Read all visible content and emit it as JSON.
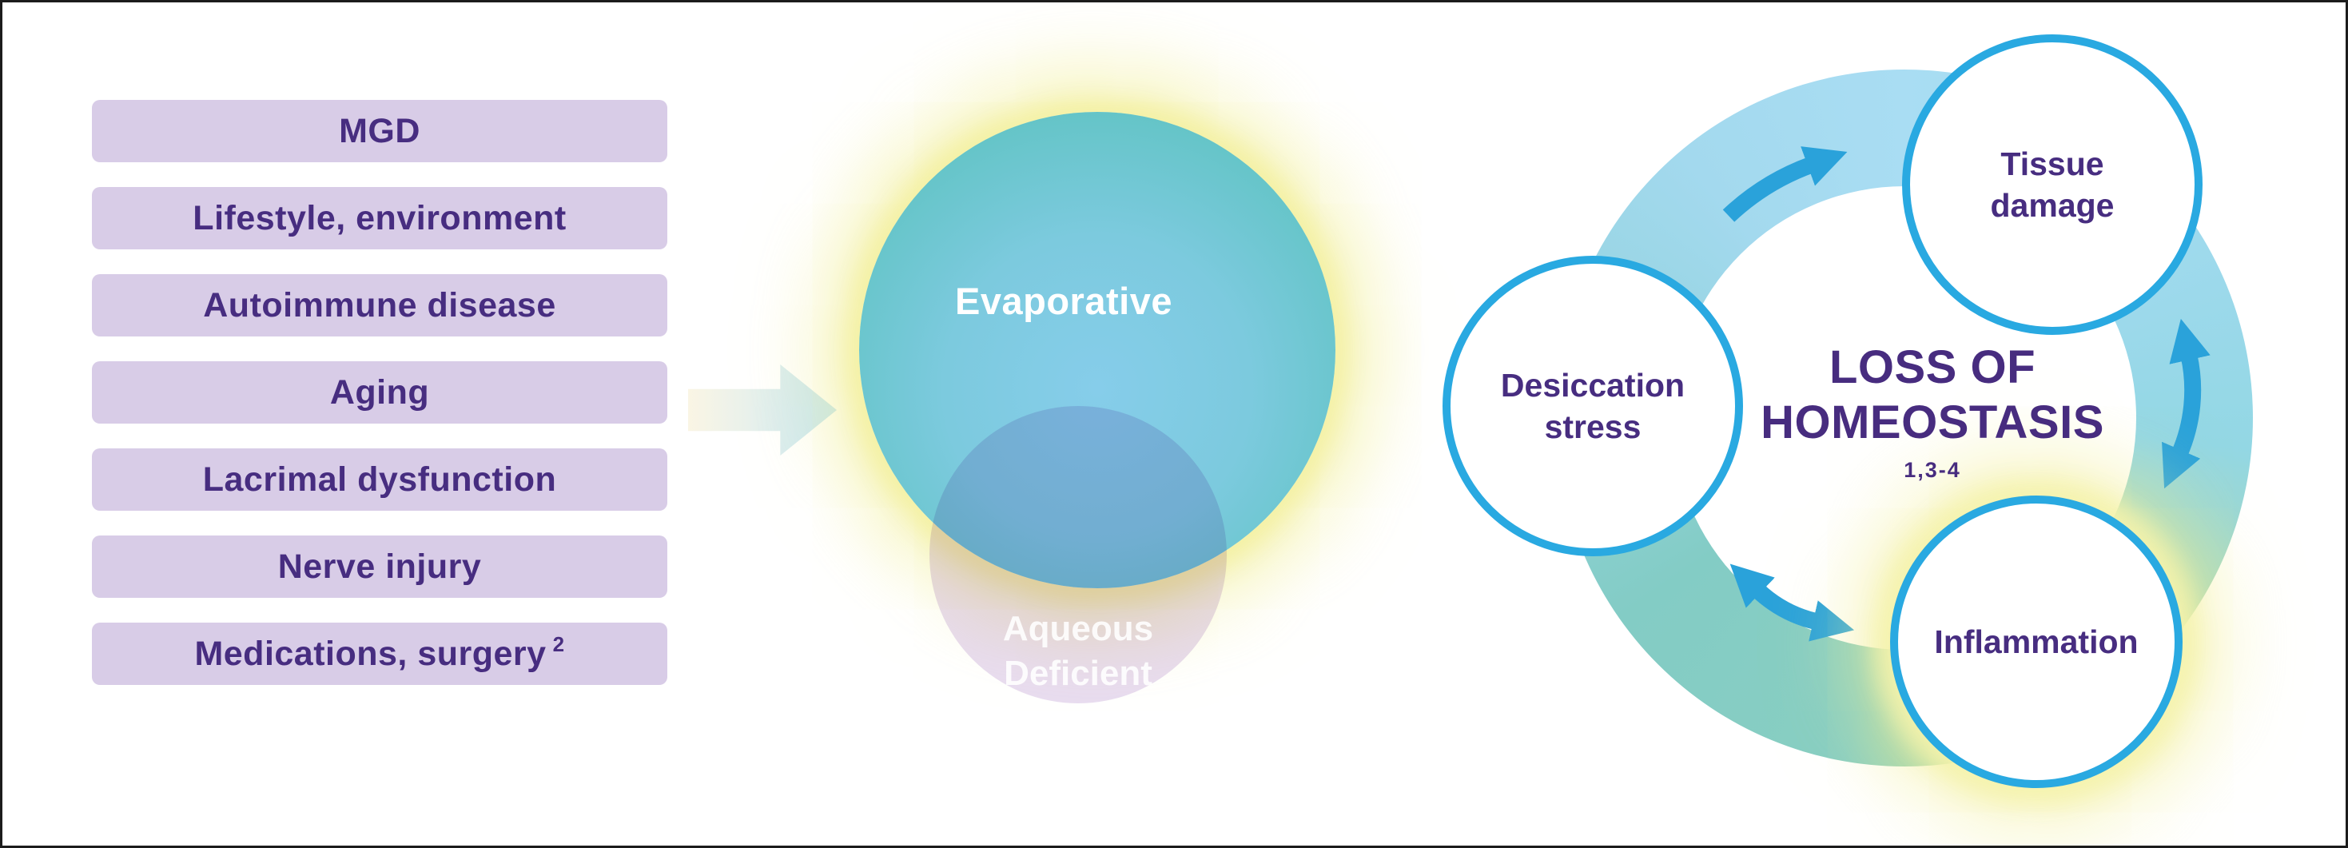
{
  "diagram": {
    "risk_factors": {
      "items": [
        {
          "label": "MGD"
        },
        {
          "label": "Lifestyle, environment"
        },
        {
          "label": "Autoimmune disease"
        },
        {
          "label": "Aging"
        },
        {
          "label": "Lacrimal dysfunction"
        },
        {
          "label": "Nerve injury"
        },
        {
          "label": "Medications, surgery",
          "superscript": "2"
        }
      ],
      "box_color": "#d8cce7",
      "text_color": "#472d80"
    },
    "venn": {
      "evaporative": {
        "label": "Evaporative"
      },
      "aqueous": {
        "line1": "Aqueous",
        "line2": "Deficient"
      },
      "colors": {
        "evaporative_teal": "#5cc0c1",
        "evaporative_blue": "#86cdea",
        "aqueous_lavender": "#e2d3ec",
        "glow_yellow": "#f0ec8c"
      }
    },
    "cycle": {
      "title_line1": "LOSS OF",
      "title_line2": "HOMEOSTASIS",
      "reference": "1,3-4",
      "nodes": {
        "tissue": {
          "line1": "Tissue",
          "line2": "damage"
        },
        "desiccation": {
          "line1": "Desiccation",
          "line2": "stress"
        },
        "inflammation": {
          "line1": "Inflammation"
        }
      },
      "colors": {
        "node_border_blue": "#29a9e1",
        "arrow_blue": "#2aa2da",
        "ring_light_blue": "#a9ddf3",
        "ring_teal": "#84ccc4",
        "ring_green": "#c0dd8b",
        "title_purple": "#472c7f"
      }
    }
  }
}
